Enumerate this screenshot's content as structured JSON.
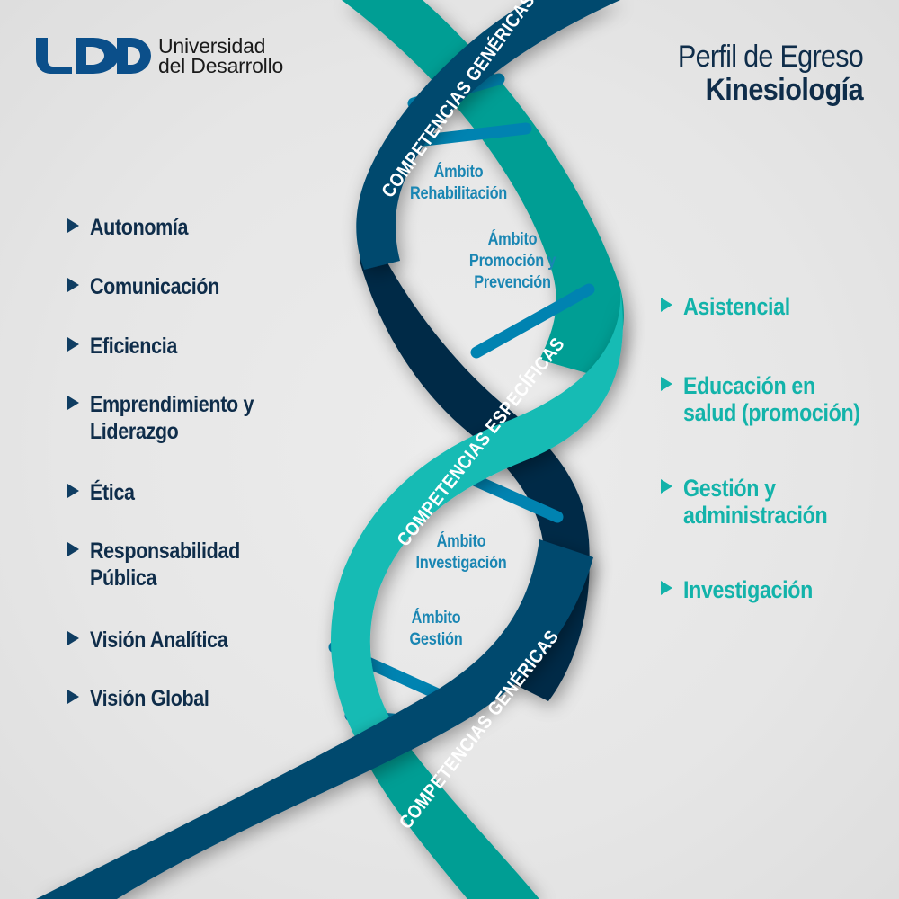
{
  "header": {
    "logo_name": "UDD logo",
    "university_line1": "Universidad",
    "university_line2": "del Desarrollo",
    "title_line1": "Perfil de Egreso",
    "title_line2": "Kinesiología"
  },
  "colors": {
    "navy_strand": "#00496e",
    "teal_strand": "#009e94",
    "bright_teal_band": "#13bbb4",
    "rung_blue": "#0083b1",
    "dark_text": "#0f2d4a",
    "teal_text": "#13b3aa",
    "ambito_text": "#1a86b3",
    "logo_blue": "#0b4f8a"
  },
  "generic_competencies": {
    "band_label": "COMPETENCIAS GENÉRICAS",
    "items": [
      {
        "line1": "Autonomía",
        "line2": ""
      },
      {
        "line1": "Comunicación",
        "line2": ""
      },
      {
        "line1": "Eficiencia",
        "line2": ""
      },
      {
        "line1": "Emprendimiento y",
        "line2": "Liderazgo"
      },
      {
        "line1": "Ética",
        "line2": ""
      },
      {
        "line1": "Responsabilidad",
        "line2": "Pública"
      },
      {
        "line1": "Visión Analítica",
        "line2": ""
      },
      {
        "line1": "Visión Global",
        "line2": ""
      }
    ],
    "bullet_icon": "triangle-right-icon"
  },
  "specific_competencies": {
    "band_label": "COMPETENCIAS ESPECÍFICAS",
    "items": [
      {
        "line1": "Asistencial",
        "line2": ""
      },
      {
        "line1": "Educación en",
        "line2": "salud (promoción)"
      },
      {
        "line1": "Gestión y",
        "line2": "administración"
      },
      {
        "line1": "Investigación",
        "line2": ""
      }
    ],
    "bullet_icon": "triangle-right-icon"
  },
  "ambitos": [
    {
      "line1": "Ámbito",
      "line2": "Rehabilitación",
      "line3": ""
    },
    {
      "line1": "Ámbito",
      "line2": "Promoción y",
      "line3": "Prevención"
    },
    {
      "line1": "Ámbito",
      "line2": "Investigación",
      "line3": ""
    },
    {
      "line1": "Ámbito",
      "line2": "Gestión",
      "line3": ""
    }
  ],
  "band_labels": {
    "top": "COMPETENCIAS GENÉRICAS",
    "middle": "COMPETENCIAS ESPECÍFICAS",
    "bottom": "COMPETENCIAS GENÉRICAS"
  }
}
